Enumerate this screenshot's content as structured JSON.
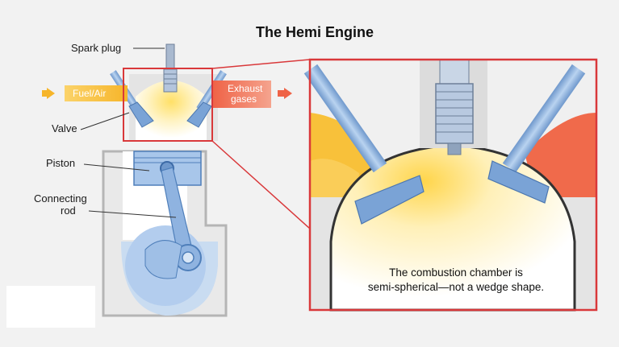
{
  "title": "The Hemi Engine",
  "labels": {
    "spark_plug": "Spark plug",
    "fuel_air": "Fuel/Air",
    "exhaust_line1": "Exhaust",
    "exhaust_line2": "gases",
    "valve": "Valve",
    "piston": "Piston",
    "connecting_rod_line1": "Connecting",
    "connecting_rod_line2": "rod"
  },
  "caption": {
    "line1": "The combustion chamber is",
    "line2": "semi-spherical—not a wedge shape."
  },
  "colors": {
    "outline_red": "#d9383a",
    "fuel_yellow": "#f8c13a",
    "exhaust_orange": "#f06a4b",
    "metal_blue": "#7ea7d8",
    "engine_gray": "#d6d6d6"
  }
}
